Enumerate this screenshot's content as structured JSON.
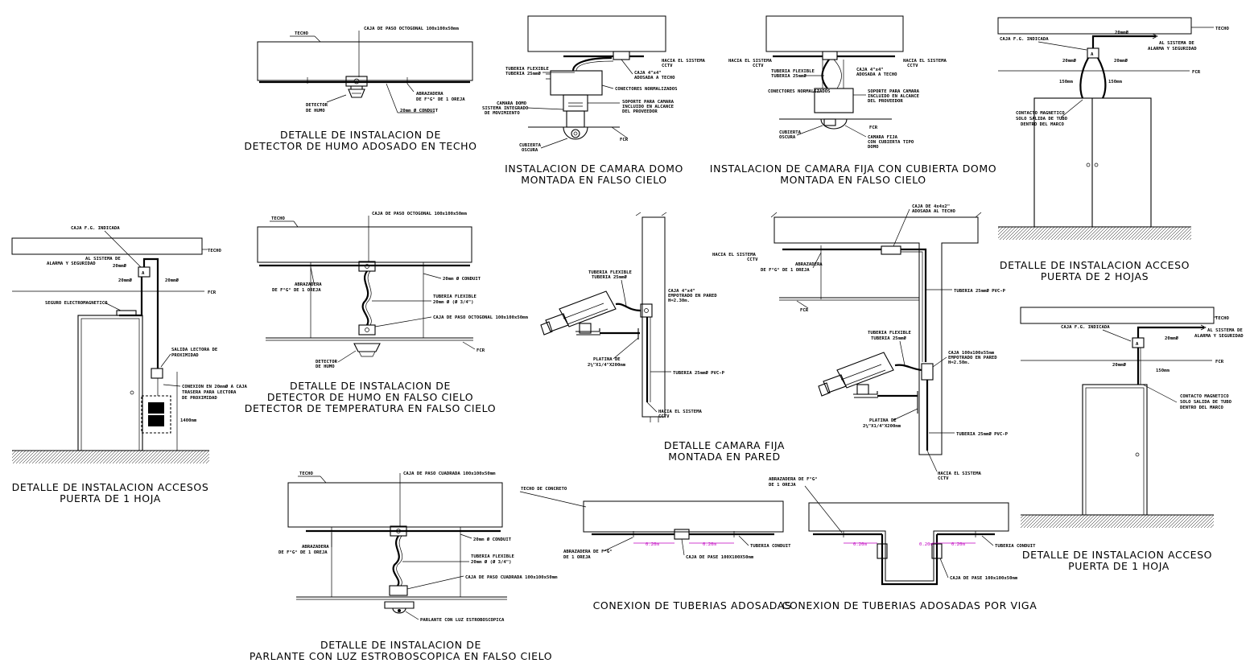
{
  "colors": {
    "ink": "#000000",
    "dimension": "#c000c0",
    "background": "#ffffff"
  },
  "details": {
    "humo_techo": {
      "title": [
        "DETALLE DE INSTALACION DE",
        "DETECTOR DE HUMO ADOSADO EN TECHO"
      ],
      "labels": {
        "techo": "TECHO",
        "caja": "CAJA DE PASO OCTOGONAL 100x100x50mm",
        "detector": [
          "DETECTOR",
          "DE HUMO"
        ],
        "abrazadera": [
          "ABRAZADERA",
          "DE F°G° DE 1 OREJA"
        ],
        "conduit": "20mm Ø CONDUIT"
      }
    },
    "camara_domo": {
      "title": [
        "INSTALACION DE CAMARA DOMO",
        "MONTADA EN FALSO CIELO"
      ],
      "labels": {
        "tuberia": [
          "TUBERIA FLEXIBLE",
          "TUBERIA 25mmØ"
        ],
        "caja": [
          "CAJA 4\"x4\"",
          "ADOSADA A TECHO"
        ],
        "hacia": [
          "HACIA EL SISTEMA",
          "CCTV"
        ],
        "conectores": "CONECTORES NORMALIZADOS",
        "camara": [
          "CAMARA DOMO",
          "SISTEMA INTEGRADO",
          "DE MOVIMIENTO"
        ],
        "soporte": [
          "SOPORTE PARA CAMARA",
          "INCLUIDO EN ALCANCE",
          "DEL PROVEEDOR"
        ],
        "cubierta": [
          "CUBIERTA",
          "OSCURA"
        ],
        "fcr": "FCR"
      }
    },
    "camara_fija_domo": {
      "title": [
        "INSTALACION DE CAMARA FIJA CON CUBIERTA DOMO",
        "MONTADA EN FALSO CIELO"
      ],
      "labels": {
        "hacia_left": [
          "HACIA EL SISTEMA",
          "CCTV"
        ],
        "hacia_right": [
          "HACIA EL SISTEMA",
          "CCTV"
        ],
        "tuberia": [
          "TUBERIA FLEXIBLE",
          "TUBERIA 25mmØ"
        ],
        "caja": [
          "CAJA 4\"x4\"",
          "ADOSADA A TECHO"
        ],
        "conectores": "CONECTORES NORMALIZADOS",
        "soporte": [
          "SOPORTE PARA CAMARA",
          "INCLUIDO EN ALCANCE",
          "DEL PROVEEDOR"
        ],
        "cubierta": [
          "CUBIERTA",
          "OSCURA"
        ],
        "camara": [
          "CAMARA FIJA",
          "CON CUBIERTA TIPO",
          "DOMO"
        ],
        "fcr": "FCR"
      }
    },
    "acceso_2_hojas": {
      "title": [
        "DETALLE DE INSTALACION ACCESO",
        "PUERTA DE 2 HOJAS"
      ],
      "labels": {
        "techo": "TECHO",
        "caja": "CAJA F.G. INDICADA",
        "d20a": "20mmØ",
        "d20b": "20mmØ",
        "d20c": "20mmØ",
        "al_sistema": [
          "AL SISTEMA DE",
          "ALARMA Y SEGURIDAD"
        ],
        "fcr": "FCR",
        "d150a": "150mm",
        "d150b": "150mm",
        "contacto": [
          "CONTACTO MAGNETICO",
          "SOLO SALIDA DE TUBO",
          "DENTRO DEL MARCO"
        ],
        "box": "A"
      }
    },
    "acceso_1_hoja_left": {
      "title": [
        "DETALLE DE INSTALACION ACCESOS",
        "PUERTA DE 1 HOJA"
      ],
      "labels": {
        "caja": "CAJA F.G. INDICADA",
        "techo": "TECHO",
        "al_sistema": [
          "AL SISTEMA DE",
          "ALARMA Y SEGURIDAD"
        ],
        "d20a": "20mmØ",
        "d20b": "20mmØ",
        "d20c": "20mmØ",
        "fcr": "FCR",
        "seguro": "SEGURO ELECTROMAGNETICO",
        "salida": [
          "SALIDA LECTORA DE",
          "PROXIMIDAD"
        ],
        "conexion": [
          "CONEXION EN 20mmØ A CAJA",
          "TRASERA PARA LECTORA",
          "DE PROXIMIDAD"
        ],
        "altura": "1400mm",
        "box": "A"
      }
    },
    "humo_falso_cielo": {
      "title": [
        "DETALLE DE INSTALACION DE",
        "DETECTOR DE HUMO EN FALSO CIELO",
        "DETECTOR DE TEMPERATURA EN FALSO CIELO"
      ],
      "labels": {
        "techo": "TECHO",
        "caja1": "CAJA DE PASO OCTOGONAL 100x100x50mm",
        "conduit": "20mm Ø CONDUIT",
        "abrazadera": [
          "ABRAZADERA",
          "DE F°G° DE 1 OREJA"
        ],
        "tuberia": [
          "TUBERIA FLEXIBLE",
          "20mm Ø (Ø 3/4\")"
        ],
        "caja2": "CAJA DE PASO OCTOGONAL 100x100x50mm",
        "detector": [
          "DETECTOR",
          "DE HUMO"
        ],
        "fcr": "FCR"
      }
    },
    "camara_pared": {
      "title": [
        "DETALLE CAMARA FIJA",
        "MONTADA EN PARED"
      ],
      "labels": {
        "tuberia": [
          "TUBERIA FLEXIBLE",
          "TUBERIA 25mmØ"
        ],
        "caja": [
          "CAJA 4\"x4\"",
          "EMPOTRADO EN PARED",
          "H=2.30m."
        ],
        "platina": [
          "PLATINA DE",
          "2¼\"X1/4\"X200mm"
        ],
        "tuberia_pvc": "TUBERIA 25mmØ PVC-P",
        "hacia": [
          "HACIA EL SISTEMA",
          "CCTV"
        ]
      }
    },
    "camara_pared_2": {
      "labels": {
        "caja_top": [
          "CAJA DE 4x4x2\"",
          "ADOSADA AL TECHO"
        ],
        "hacia": [
          "HACIA EL SISTEMA",
          "CCTV"
        ],
        "abrazadera": [
          "ABRAZADERA",
          "DE F°G° DE 1 OREJA"
        ],
        "fcr": "FCR",
        "tuberia_pvc1": "TUBERIA 25mmØ PVC-P",
        "tuberia_flex": [
          "TUBERIA FLEXIBLE",
          "TUBERIA 25mmØ"
        ],
        "caja": [
          "CAJA 100x100x55mm",
          "EMPOTRADO EN PARED",
          "H=2.50m."
        ],
        "platina": [
          "PLATINA DE",
          "2¼\"X1/4\"X200mm"
        ],
        "tuberia_pvc2": "TUBERIA 25mmØ PVC-P",
        "hacia_bottom": [
          "HACIA EL SISTEMA",
          "CCTV"
        ]
      }
    },
    "acceso_1_hoja_right": {
      "title": [
        "DETALLE DE INSTALACION ACCESO",
        "PUERTA DE 1 HOJA"
      ],
      "labels": {
        "techo": "TECHO",
        "caja": "CAJA F.G. INDICADA",
        "d20a": "20mmØ",
        "al_sistema": [
          "AL SISTEMA DE",
          "ALARMA Y SEGURIDAD"
        ],
        "fcr": "FCR",
        "d20b": "20mmØ",
        "d150": "150mm",
        "contacto": [
          "CONTACTO MAGNETICO",
          "SOLO SALIDA DE TUBO",
          "DENTRO DEL MARCO"
        ],
        "box": "A"
      }
    },
    "parlante": {
      "title": [
        "DETALLE DE INSTALACION DE",
        "PARLANTE CON LUZ ESTROBOSCOPICA EN FALSO CIELO"
      ],
      "labels": {
        "techo": "TECHO",
        "caja1": "CAJA DE PASO CUADRADA 100x100x50mm",
        "conduit": "20mm Ø CONDUIT",
        "abrazadera": [
          "ABRAZADERA",
          "DE F°G° DE 1 OREJA"
        ],
        "tuberia": [
          "TUBERIA FLEXIBLE",
          "20mm Ø (Ø 3/4\")"
        ],
        "caja2": "CAJA DE PASO CUADRADA 100x100x50mm",
        "parlante": "PARLANTE CON LUZ ESTROBOSCOPICA"
      }
    },
    "tuberias_adosadas": {
      "title": "CONEXION DE TUBERIAS ADOSADAS",
      "labels": {
        "techo": "TECHO DE CONCRETO",
        "abrazadera": [
          "ABRAZADERA DE F°G°",
          "DE 1 OREJA"
        ],
        "caja": "CAJA DE PASE 100X100X50mm",
        "conduit": "TUBERIA CONDUIT",
        "dim1": "0.20m",
        "dim2": "0.20m"
      }
    },
    "tuberias_viga": {
      "title": "CONEXION DE TUBERIAS ADOSADAS POR VIGA",
      "labels": {
        "abrazadera": [
          "ABRAZADERA DE F°G°",
          "DE 1 OREJA"
        ],
        "conduit": "TUBERIA CONDUIT",
        "caja": "CAJA DE PASE 100x100x50mm",
        "dim1": "0.20m",
        "dim2": "0.20m",
        "dim3": "0.20m"
      }
    }
  }
}
